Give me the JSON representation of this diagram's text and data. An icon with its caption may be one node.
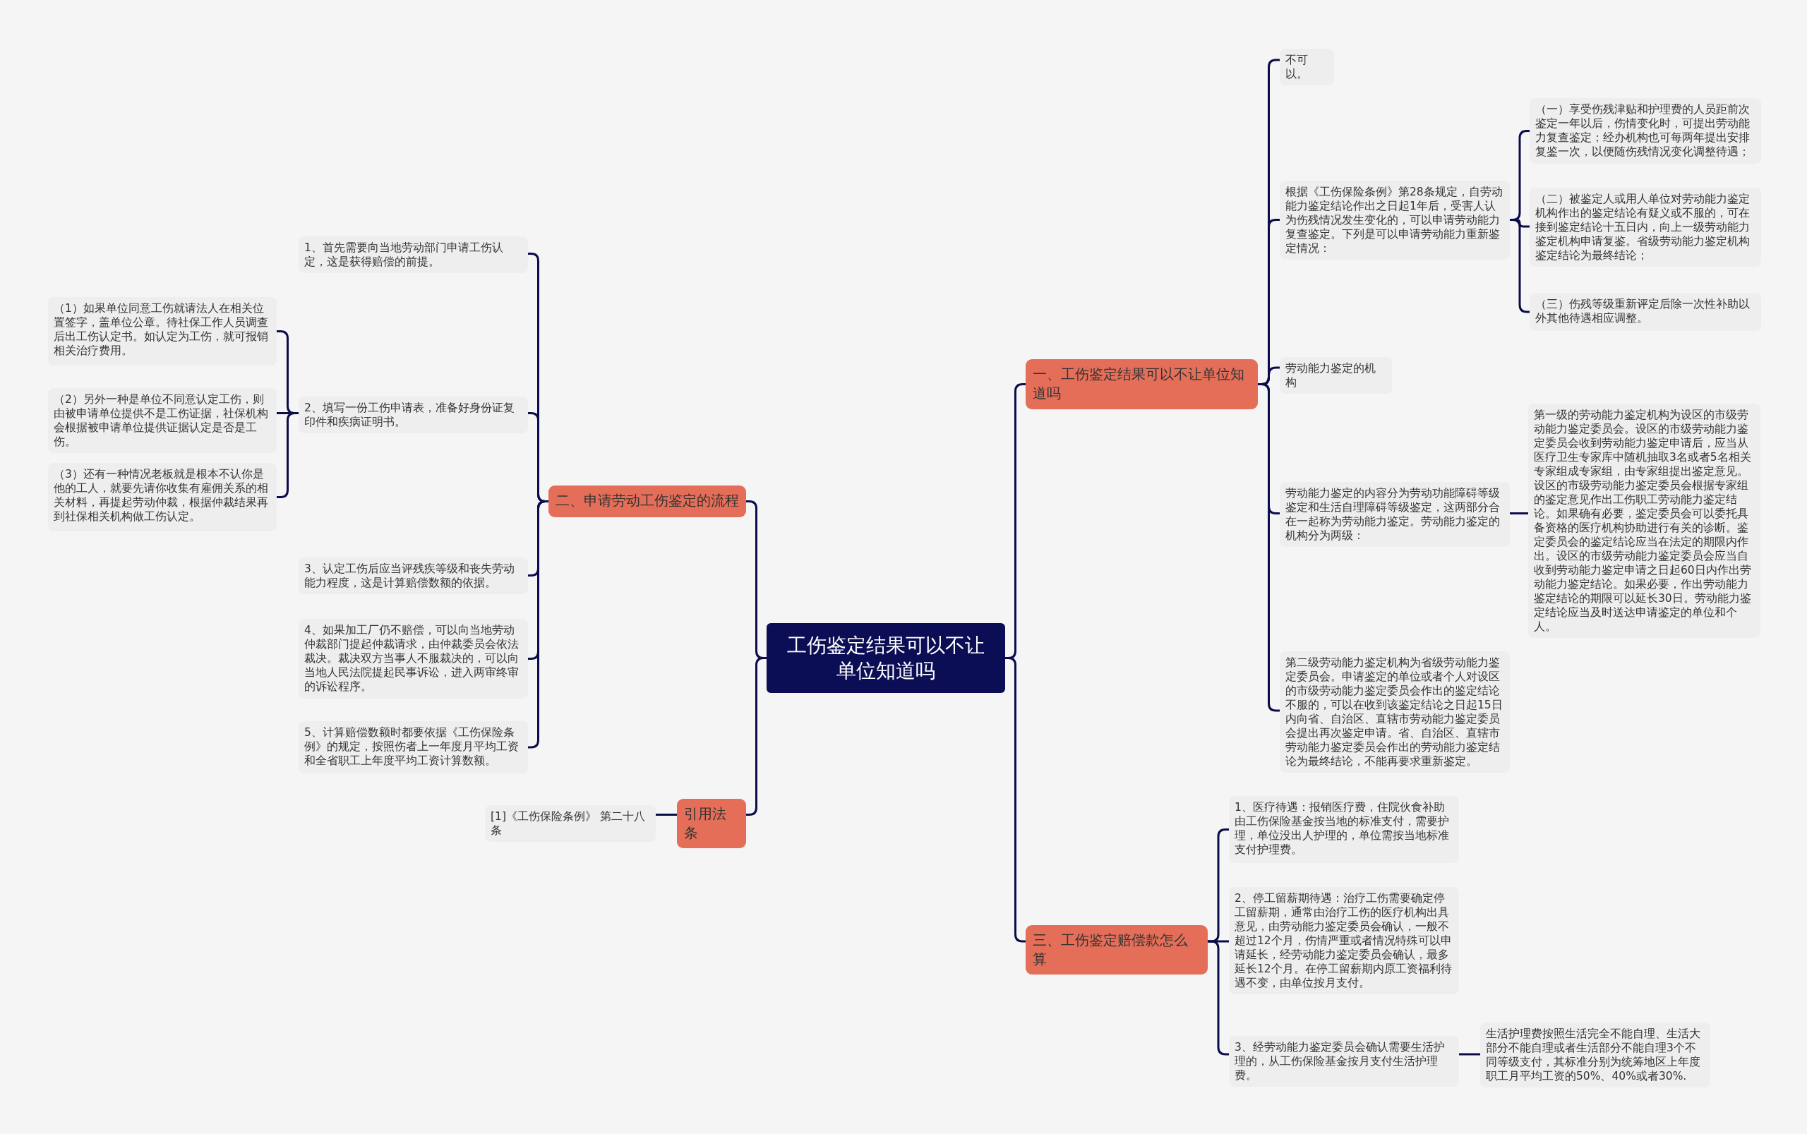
{
  "diagram": {
    "nodes": [
      {
        "text": [
          "工伤鉴定结果可以不让单位知道吗"
        ]
      },
      {
        "text": [
          "一、工伤鉴定结果可以不让单位知道吗"
        ]
      },
      {
        "text": [
          "不可以。"
        ]
      },
      {
        "text": [
          "根据《工伤保险条例》第28条规定，自劳动能力鉴定结论作出之日起1年后，受害人认为伤残情况发生变化的，可以申请劳动能力复查鉴定。下列是可以申请劳动能力重新鉴定情况："
        ]
      },
      {
        "text": [
          "（一）享受伤残津贴和护理费的人员距前次鉴定一年以后，伤情变化时，可提出劳动能力复查鉴定；经办机构也可每两年提出安排复鉴一次，以便随伤残情况变化调整待遇；"
        ]
      },
      {
        "text": [
          "（二）被鉴定人或用人单位对劳动能力鉴定机构作出的鉴定结论有疑义或不服的，可在接到鉴定结论十五日内，向上一级劳动能力鉴定机构申请复鉴。省级劳动能力鉴定机构鉴定结论为最终结论；"
        ]
      },
      {
        "text": [
          "（三）伤残等级重新评定后除一次性补助以外其他待遇相应调整。"
        ]
      },
      {
        "text": [
          "劳动能力鉴定的机构"
        ]
      },
      {
        "text": [
          "劳动能力鉴定的内容分为劳动功能障碍等级鉴定和生活自理障碍等级鉴定，这两部分合在一起称为劳动能力鉴定。劳动能力鉴定的机构分为两级："
        ]
      },
      {
        "text": [
          "第一级的劳动能力鉴定机构为设区的市级劳动能力鉴定委员会。设区的市级劳动能力鉴定委员会收到劳动能力鉴定申请后，应当从医疗卫生专家库中随机抽取3名或者5名相关专家组成专家组，由专家组提出鉴定意见。设区的市级劳动能力鉴定委员会根据专家组的鉴定意见作出工伤职工劳动能力鉴定结论。如果确有必要，鉴定委员会可以委托具备资格的医疗机构协助进行有关的诊断。鉴定委员会的鉴定结论应当在法定的期限内作出。设区的市级劳动能力鉴定委员会应当自收到劳动能力鉴定申请之日起60日内作出劳动能力鉴定结论。如果必要，作出劳动能力鉴定结论的期限可以延长30日。劳动能力鉴定结论应当及时送达申请鉴定的单位和个人。"
        ]
      },
      {
        "text": [
          "第二级劳动能力鉴定机构为省级劳动能力鉴定委员会。申请鉴定的单位或者个人对设区的市级劳动能力鉴定委员会作出的鉴定结论不服的，可以在收到该鉴定结论之日起15日内向省、自治区、直辖市劳动能力鉴定委员会提出再次鉴定申请。省、自治区、直辖市劳动能力鉴定委员会作出的劳动能力鉴定结论为最终结论，不能再要求重新鉴定。"
        ]
      },
      {
        "text": [
          "二、申请劳动工伤鉴定的流程"
        ]
      },
      {
        "text": [
          "1、首先需要向当地劳动部门申请工伤认定，这是获得赔偿的前提。"
        ]
      },
      {
        "text": [
          "2、填写一份工伤申请表，准备好身份证复印件和疾病证明书。"
        ]
      },
      {
        "text": [
          "（1）如果单位同意工伤就请法人在相关位置签字，盖单位公章。待社保工作人员调查后出工伤认定书。如认定为工伤，就可报销相关治疗费用。"
        ]
      },
      {
        "text": [
          "（2）另外一种是单位不同意认定工伤，则由被申请单位提供不是工伤证据，社保机构会根据被申请单位提供证据认定是否是工伤。"
        ]
      },
      {
        "text": [
          "（3）还有一种情况老板就是根本不认你是他的工人，就要先请你收集有雇佣关系的相关材料，再提起劳动仲裁，根据仲裁结果再到社保相关机构做工伤认定。"
        ]
      },
      {
        "text": [
          "3、认定工伤后应当评残疾等级和丧失劳动能力程度，这是计算赔偿数额的依据。"
        ]
      },
      {
        "text": [
          "4、如果加工厂仍不赔偿，可以向当地劳动仲裁部门提起仲裁请求，由仲裁委员会依法裁决。裁决双方当事人不服裁决的，可以向当地人民法院提起民事诉讼，进入两审终审的诉讼程序。"
        ]
      },
      {
        "text": [
          "5、计算赔偿数额时都要依据《工伤保险条例》的规定，按照伤者上一年度月平均工资和全省职工上年度平均工资计算数额。"
        ]
      },
      {
        "text": [
          "引用法条"
        ]
      },
      {
        "text": [
          "[1]《工伤保险条例》 第二十八条"
        ]
      },
      {
        "text": [
          "三、工伤鉴定赔偿款怎么算"
        ]
      },
      {
        "text": [
          "1、医疗待遇：报销医疗费，住院伙食补助由工伤保险基金按当地的标准支付，需要护理，单位没出人护理的，单位需按当地标准支付护理费。"
        ]
      },
      {
        "text": [
          "2、停工留薪期待遇：治疗工伤需要确定停工留薪期，通常由治疗工伤的医疗机构出具意见，由劳动能力鉴定委员会确认，一般不超过12个月，伤情严重或者情况特殊可以申请延长，经劳动能力鉴定委员会确认，最多延长12个月。在停工留薪期内原工资福利待遇不变，由单位按月支付。"
        ]
      },
      {
        "text": [
          "3、经劳动能力鉴定委员会确认需要生活护理的，从工伤保险基金按月支付生活护理费。"
        ]
      },
      {
        "text": [
          "生活护理费按照生活完全不能自理、生活大部分不能自理或者生活部分不能自理3个不同等级支付，其标准分别为统筹地区上年度职工月平均工资的50%、40%或者30%."
        ]
      }
    ],
    "edges": [
      {
        "from": 0,
        "to": 1,
        "arrow": "none"
      },
      {
        "from": 1,
        "to": 2,
        "arrow": "none"
      },
      {
        "from": 1,
        "to": 3,
        "arrow": "none"
      },
      {
        "from": 3,
        "to": 4,
        "arrow": "none"
      },
      {
        "from": 3,
        "to": 5,
        "arrow": "none"
      },
      {
        "from": 3,
        "to": 6,
        "arrow": "none"
      },
      {
        "from": 1,
        "to": 7,
        "arrow": "none"
      },
      {
        "from": 1,
        "to": 8,
        "arrow": "none"
      },
      {
        "from": 8,
        "to": 9,
        "arrow": "none"
      },
      {
        "from": 1,
        "to": 10,
        "arrow": "none"
      },
      {
        "from": 0,
        "to": 11,
        "arrow": "none"
      },
      {
        "from": 11,
        "to": 12,
        "arrow": "none"
      },
      {
        "from": 11,
        "to": 13,
        "arrow": "none"
      },
      {
        "from": 13,
        "to": 14,
        "arrow": "none"
      },
      {
        "from": 13,
        "to": 15,
        "arrow": "none"
      },
      {
        "from": 13,
        "to": 16,
        "arrow": "none"
      },
      {
        "from": 11,
        "to": 17,
        "arrow": "none"
      },
      {
        "from": 11,
        "to": 18,
        "arrow": "none"
      },
      {
        "from": 11,
        "to": 19,
        "arrow": "none"
      },
      {
        "from": 0,
        "to": 20,
        "arrow": "none"
      },
      {
        "from": 20,
        "to": 21,
        "arrow": "none"
      },
      {
        "from": 0,
        "to": 22,
        "arrow": "none"
      },
      {
        "from": 22,
        "to": 23,
        "arrow": "none"
      },
      {
        "from": 22,
        "to": 24,
        "arrow": "none"
      },
      {
        "from": 22,
        "to": 25,
        "arrow": "none"
      },
      {
        "from": 25,
        "to": 26,
        "arrow": "none"
      }
    ]
  }
}
